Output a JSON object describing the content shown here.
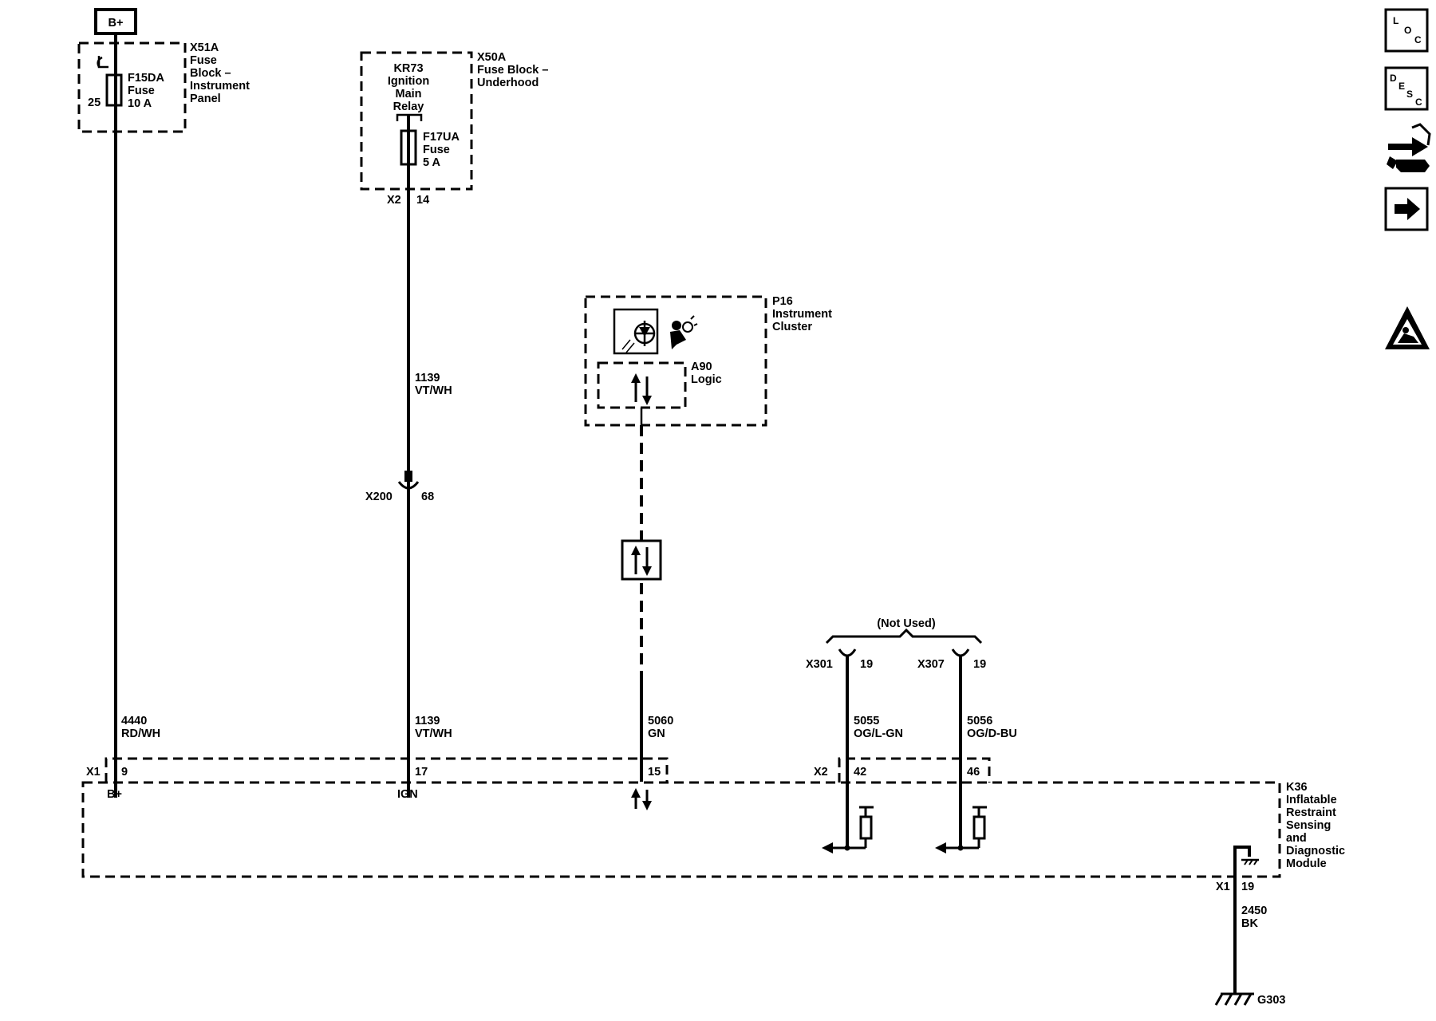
{
  "power_source": {
    "label": "B+"
  },
  "fuse_block_ip": {
    "id": "X51A",
    "name_lines": [
      "Fuse",
      "Block –",
      "Instrument",
      "Panel"
    ],
    "fuse_pin": "25",
    "fuse_lines": [
      "F15DA",
      "Fuse",
      "10 A"
    ]
  },
  "fuse_block_uh": {
    "id": "X50A",
    "name_lines": [
      "Fuse Block –",
      "Underhood"
    ],
    "relay_lines": [
      "KR73",
      "Ignition",
      "Main",
      "Relay"
    ],
    "fuse_lines": [
      "F17UA",
      "Fuse",
      "5 A"
    ],
    "connector": "X2",
    "pin": "14"
  },
  "inline_connector": {
    "id": "X200",
    "pin": "68"
  },
  "cluster": {
    "id": "P16",
    "name_lines": [
      "Instrument",
      "Cluster"
    ],
    "logic_id": "A90",
    "logic_label": "Logic"
  },
  "not_used": {
    "label": "(Not Used)"
  },
  "connectors_right": [
    {
      "id": "X301",
      "pin": "19"
    },
    {
      "id": "X307",
      "pin": "19"
    }
  ],
  "wires": {
    "upper_1139": {
      "circuit": "1139",
      "color": "VT/WH"
    },
    "b_plus": {
      "circuit": "4440",
      "color": "RD/WH"
    },
    "ign": {
      "circuit": "1139",
      "color": "VT/WH"
    },
    "serial": {
      "circuit": "5060",
      "color": "GN"
    },
    "deploy_1": {
      "circuit": "5055",
      "color": "OG/L-GN"
    },
    "deploy_2": {
      "circuit": "5056",
      "color": "OG/D-BU"
    },
    "ground": {
      "circuit": "2450",
      "color": "BK"
    }
  },
  "module": {
    "name_lines": [
      "K36",
      "Inflatable",
      "Restraint",
      "Sensing",
      "and",
      "Diagnostic",
      "Module"
    ],
    "x1": "X1",
    "x2": "X2",
    "pins": {
      "b_plus": "9",
      "ign": "17",
      "serial": "15",
      "dep1": "42",
      "dep2": "46"
    },
    "pin_labels": {
      "b_plus": "B+",
      "ign": "IGN"
    },
    "ground_connector": "X1",
    "ground_pin": "19"
  },
  "ground": {
    "id": "G303"
  },
  "toolbar": {
    "loc": [
      "L",
      "O",
      "C"
    ],
    "desc": [
      "D",
      "E",
      "S",
      "C"
    ]
  }
}
